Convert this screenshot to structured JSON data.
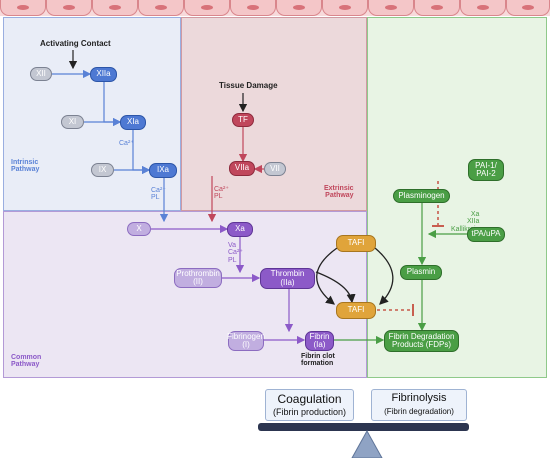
{
  "colors": {
    "intrinsic_bg": "#e9edf7",
    "intrinsic_accent": "#5a82d6",
    "extrinsic_bg": "#ecd9db",
    "extrinsic_accent": "#c0475c",
    "common_bg": "#ece6f3",
    "common_accent": "#8c5ac8",
    "fibrinolysis_bg": "#e8f4e4",
    "fibrinolysis_accent": "#4a9e45",
    "tafi": "#e0a43a",
    "inhibit": "#c0392b",
    "balance_bar": "#2c3550",
    "fulcrum": "#8fa3c4"
  },
  "pathways": {
    "intrinsic": "Intrinsic\nPathway",
    "extrinsic": "Extrinsic\nPathway",
    "common": "Common\nPathway"
  },
  "triggers": {
    "activating_contact": "Activating Contact",
    "tissue_damage": "Tissue Damage"
  },
  "factors": {
    "xii": "XII",
    "xiia": "XIIa",
    "xi": "XI",
    "xia": "XIa",
    "ix": "IX",
    "ixa": "IXa",
    "tf": "TF",
    "viia": "VIIa",
    "vii": "VII",
    "x": "X",
    "xa": "Xa",
    "prothrombin": "Prothrombin\n(II)",
    "thrombin": "Thrombin\n(IIa)",
    "fibrinogen": "Fibrinogen\n(I)",
    "fibrin": "Fibrin\n(Ia)"
  },
  "cofactors": {
    "ca_1": "Ca²⁺",
    "ca_pl_ix": "Ca²⁺\nPL",
    "ca_pl_vii": "Ca²⁺\nPL",
    "va_ca_pl": "Va\nCa²⁺\nPL"
  },
  "fibrin_clot": "Fibrin clot\nformation",
  "tafi_top": "TAFI",
  "tafi_bottom": "TAFI",
  "fibrinolysis_nodes": {
    "pai": "PAI-1/\nPAI-2",
    "plasminogen": "Plasminogen",
    "activators": "Xa\nXIIa\nKallikrain",
    "tpa": "tPA/uPA",
    "plasmin": "Plasmin",
    "fdp": "Fibrin Degradation\nProducts (FDPs)"
  },
  "balance": {
    "coagulation_title": "Coagulation",
    "coagulation_sub": "(Fibrin production)",
    "fibrinolysis_title": "Fibrinolysis",
    "fibrinolysis_sub": "(Fibrin degradation)"
  }
}
